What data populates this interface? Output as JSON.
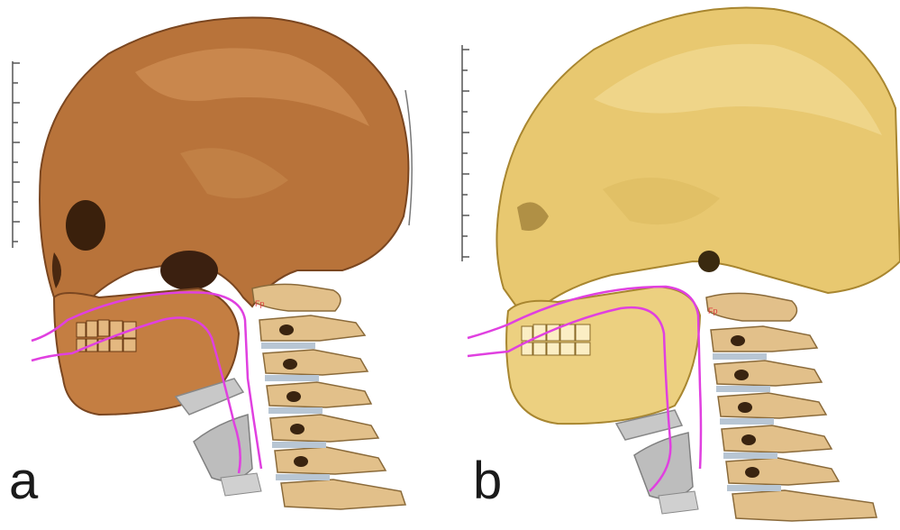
{
  "figure": {
    "panels": [
      {
        "label": "a",
        "skull_color": "#b8733a",
        "skull_highlight": "#d4955a"
      },
      {
        "label": "b",
        "skull_color": "#e8c870",
        "skull_highlight": "#f3dc96"
      }
    ],
    "airway_color": "#e040e0",
    "spine_color": "#e2c08a",
    "hyoid_color": "#c8c8c8",
    "fp_mark": "Fp"
  }
}
